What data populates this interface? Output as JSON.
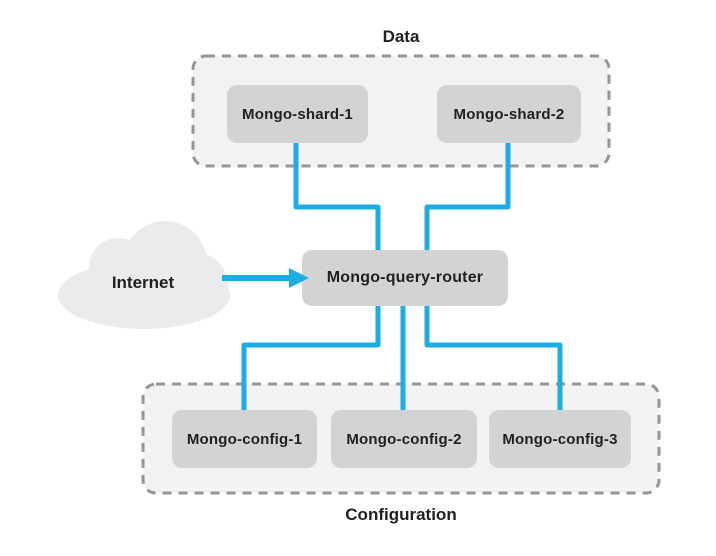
{
  "diagram": {
    "groups": {
      "data": {
        "label": "Data",
        "label_position": "top"
      },
      "configuration": {
        "label": "Configuration",
        "label_position": "bottom"
      }
    },
    "nodes": {
      "shard1": {
        "label": "Mongo-shard-1",
        "group": "data"
      },
      "shard2": {
        "label": "Mongo-shard-2",
        "group": "data"
      },
      "router": {
        "label": "Mongo-query-router",
        "group": null
      },
      "config1": {
        "label": "Mongo-config-1",
        "group": "configuration"
      },
      "config2": {
        "label": "Mongo-config-2",
        "group": "configuration"
      },
      "config3": {
        "label": "Mongo-config-3",
        "group": "configuration"
      },
      "internet": {
        "label": "Internet",
        "shape": "cloud"
      }
    },
    "edges": [
      {
        "from": "internet",
        "to": "router",
        "style": "arrow"
      },
      {
        "from": "shard1",
        "to": "router",
        "style": "elbow-line"
      },
      {
        "from": "shard2",
        "to": "router",
        "style": "elbow-line"
      },
      {
        "from": "router",
        "to": "config1",
        "style": "elbow-line"
      },
      {
        "from": "router",
        "to": "config2",
        "style": "straight-line"
      },
      {
        "from": "router",
        "to": "config3",
        "style": "elbow-line"
      }
    ],
    "colors": {
      "connector": "#1CADE4",
      "node_fill": "#D1D3D4",
      "group_fill": "#F2F2F3",
      "group_border": "#939598",
      "cloud_fill": "#E9EBEC",
      "text": "#231F20",
      "background": "#FFFFFF"
    }
  }
}
